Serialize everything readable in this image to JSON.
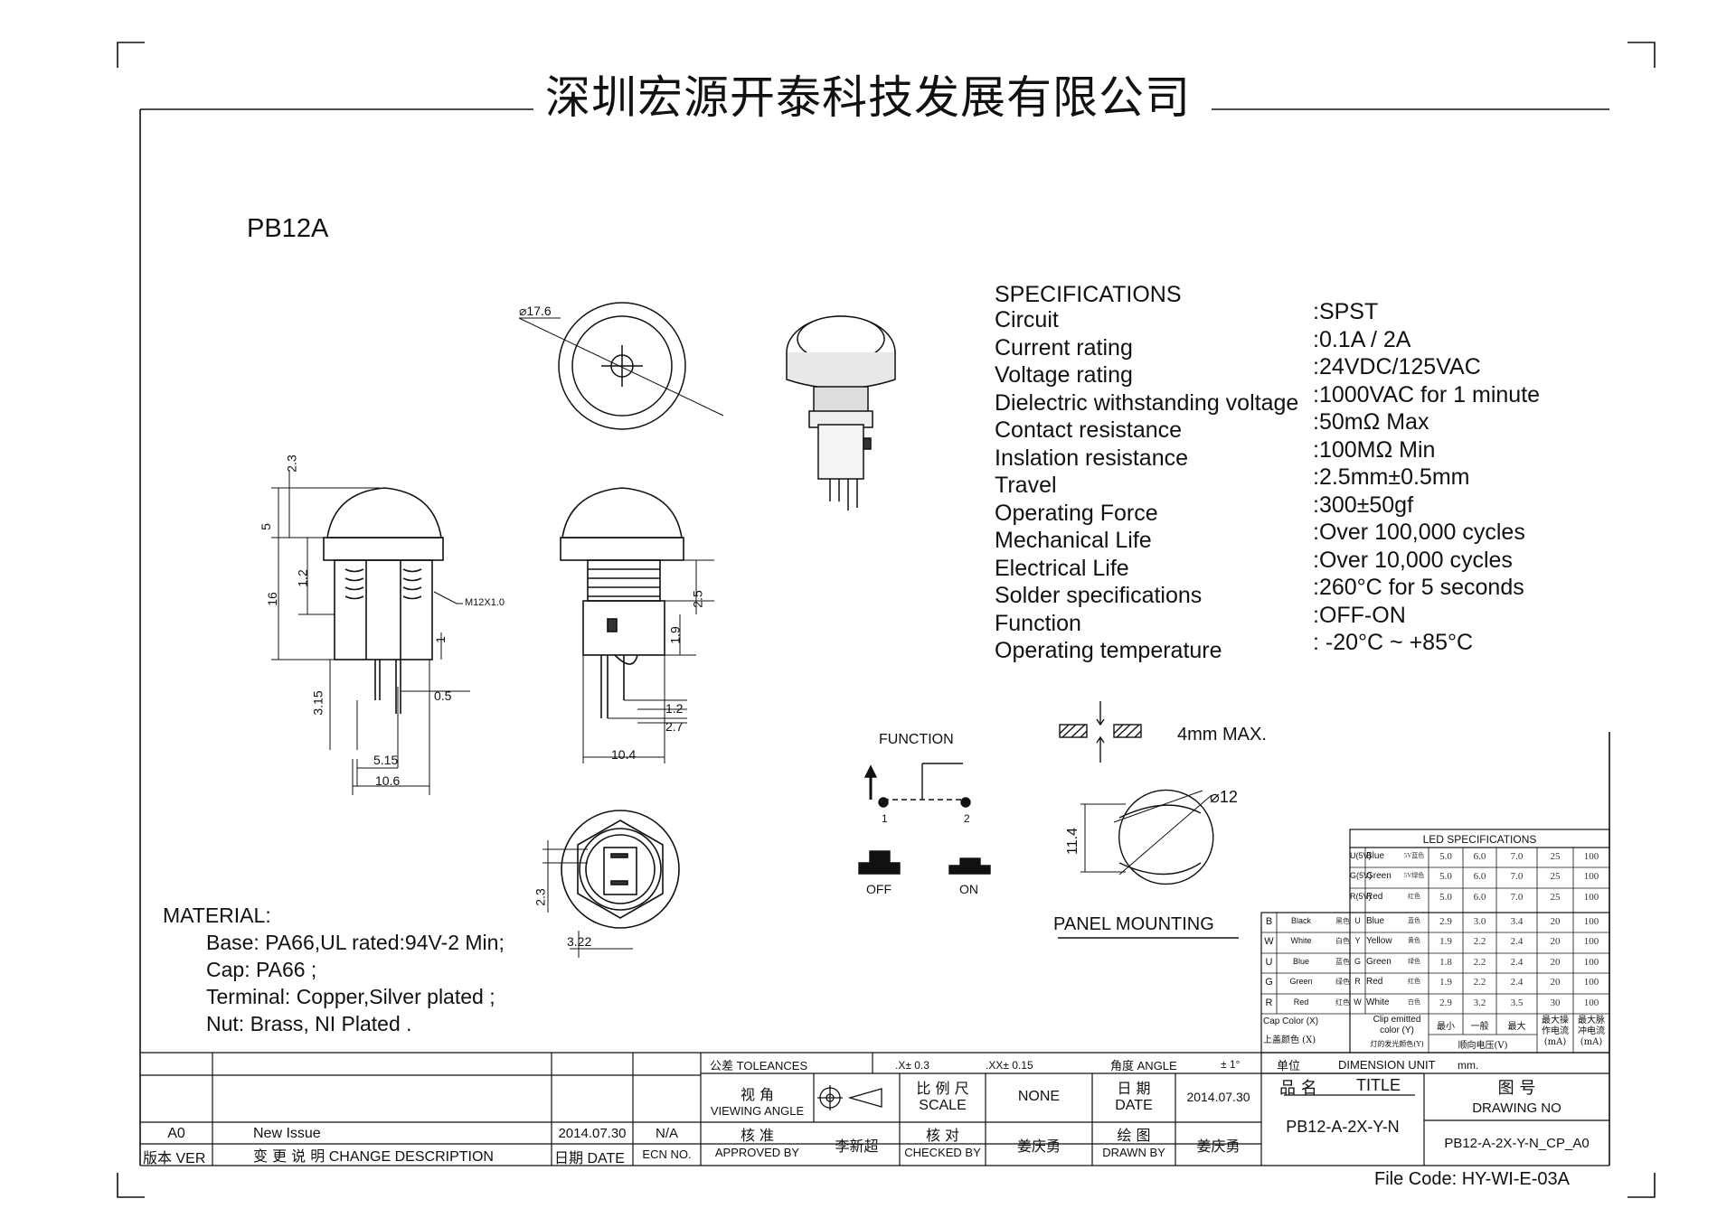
{
  "company": "深圳宏源开泰科技发展有限公司",
  "model": "PB12A",
  "specs": {
    "heading": "SPECIFICATIONS",
    "rows": [
      {
        "label": "Circuit",
        "value": ":SPST"
      },
      {
        "label": "Current rating",
        "value": ":0.1A / 2A"
      },
      {
        "label": "Voltage rating",
        "value": ":24VDC/125VAC"
      },
      {
        "label": "Dielectric withstanding voltage",
        "value": ":1000VAC for 1 minute"
      },
      {
        "label": "Contact resistance",
        "value": ":50mΩ  Max"
      },
      {
        "label": "Inslation resistance",
        "value": ":100MΩ Min"
      },
      {
        "label": "Travel",
        "value": ":2.5mm±0.5mm"
      },
      {
        "label": "Operating Force",
        "value": ":300±50gf"
      },
      {
        "label": "Mechanical Life",
        "value": ":Over 100,000 cycles"
      },
      {
        "label": "Electrical Life",
        "value": ":Over 10,000 cycles"
      },
      {
        "label": "Solder specifications",
        "value": ":260°C for 5 seconds"
      },
      {
        "label": "Function",
        "value": ":OFF-ON"
      },
      {
        "label": "Operating temperature",
        "value": ": -20°C ~ +85°C"
      }
    ]
  },
  "material": {
    "heading": "MATERIAL:",
    "lines": [
      "Base: PA66,UL rated:94V-2 Min;",
      "Cap: PA66 ;",
      "Terminal: Copper,Silver plated ;",
      "Nut: Brass, NI Plated ."
    ]
  },
  "dims": {
    "d176": "⌀17.6",
    "d23a": "2.3",
    "d5": "5",
    "d16": "16",
    "d12": "1.2",
    "thread": "M12X1.0",
    "d1": "1",
    "d315": "3.15",
    "d05": "0.5",
    "d515": "5.15",
    "d106": "10.6",
    "d25": "2.5",
    "d19": "1.9",
    "d12b": "1.2",
    "d27": "2.7",
    "d104": "10.4",
    "d23b": "2.3",
    "d322": "3.22",
    "d114": "11.4",
    "panel_dia": "⌀12"
  },
  "function": {
    "label": "FUNCTION",
    "pin1": "1",
    "pin2": "2",
    "off": "OFF",
    "on": "ON"
  },
  "panel": {
    "thickness": "4mm MAX.",
    "label": "PANEL MOUNTING"
  },
  "led": {
    "title": "LED SPECIFICATIONS",
    "rows": [
      {
        "cap": "",
        "cap_cn": "",
        "clip": "U(5V)",
        "clip_name": "Blue",
        "clip_cn": "5V蓝色",
        "vals": [
          "5.0",
          "6.0",
          "7.0",
          "25",
          "100"
        ]
      },
      {
        "cap": "",
        "cap_cn": "",
        "clip": "G(5V)",
        "clip_name": "Green",
        "clip_cn": "5V绿色",
        "vals": [
          "5.0",
          "6.0",
          "7.0",
          "25",
          "100"
        ]
      },
      {
        "cap": "",
        "cap_cn": "",
        "clip": "R(5V)",
        "clip_name": "Red",
        "clip_cn": "红色",
        "vals": [
          "5.0",
          "6.0",
          "7.0",
          "25",
          "100"
        ]
      },
      {
        "cap": "B",
        "cap_name": "Black",
        "cap_cn": "黑色",
        "clip": "U",
        "clip_name": "Blue",
        "clip_cn": "蓝色",
        "vals": [
          "2.9",
          "3.0",
          "3.4",
          "20",
          "100"
        ]
      },
      {
        "cap": "W",
        "cap_name": "White",
        "cap_cn": "白色",
        "clip": "Y",
        "clip_name": "Yellow",
        "clip_cn": "黄色",
        "vals": [
          "1.9",
          "2.2",
          "2.4",
          "20",
          "100"
        ]
      },
      {
        "cap": "U",
        "cap_name": "Blue",
        "cap_cn": "蓝色",
        "clip": "G",
        "clip_name": "Green",
        "clip_cn": "绿色",
        "vals": [
          "1.8",
          "2.2",
          "2.4",
          "20",
          "100"
        ]
      },
      {
        "cap": "G",
        "cap_name": "Green",
        "cap_cn": "绿色",
        "clip": "R",
        "clip_name": "Red",
        "clip_cn": "红色",
        "vals": [
          "1.9",
          "2.2",
          "2.4",
          "20",
          "100"
        ]
      },
      {
        "cap": "R",
        "cap_name": "Red",
        "cap_cn": "红色",
        "clip": "W",
        "clip_name": "White",
        "clip_cn": "白色",
        "vals": [
          "2.9",
          "3.2",
          "3.5",
          "30",
          "100"
        ]
      }
    ],
    "footer": {
      "cap_color": "Cap Color (X)",
      "cap_color_cn": "上盖颜色  (X)",
      "clip_emitted": "Clip emitted",
      "clip_color": "color (Y)",
      "clip_cn": "灯的发光颜色(Y)",
      "min": "最小",
      "typ": "一般",
      "max": "最大",
      "forward_voltage": "顺向电压(V)",
      "op_current": "最大操作电流(mA)",
      "pulse_current": "最大脉冲电流(mA)"
    }
  },
  "titleblock": {
    "tolerances_cn": "公差",
    "tolerances": "TOLEANCES",
    "x1": ".X± 0.3",
    "x2": ".XX± 0.15",
    "angle_cn": "角度",
    "angle": "ANGLE",
    "angle_val": "± 1°",
    "unit_cn": "单位",
    "unit": "DIMENSION UNIT",
    "unit_val": "mm.",
    "view_cn": "视 角",
    "view": "VIEWING ANGLE",
    "scale_cn": "比 例 尺",
    "scale": "SCALE",
    "scale_val": "NONE",
    "date_cn": "日 期",
    "date": "DATE",
    "date_val": "2014.07.30",
    "title_cn": "品 名",
    "title": "TITLE",
    "drawno_cn": "图 号",
    "drawno": "DRAWING NO",
    "approved_cn": "核 准",
    "approved": "APPROVED BY",
    "approved_name": "李新超",
    "checked_cn": "核 对",
    "checked": "CHECKED BY",
    "checked_name": "姜庆勇",
    "drawn_cn": "绘 图",
    "drawn": "DRAWN BY",
    "drawn_name": "姜庆勇",
    "title_val": "PB12-A-2X-Y-N",
    "drawno_val": "PB12-A-2X-Y-N_CP_A0",
    "rev": "A0",
    "rev_desc": "New Issue",
    "rev_date": "2014.07.30",
    "rev_ecn": "N/A",
    "ver_cn": "版本",
    "ver": "VER",
    "change_cn": "变 更 说 明",
    "change": "CHANGE DESCRIPTION",
    "datecol_cn": "日期",
    "datecol": "DATE",
    "ecn": "ECN NO.",
    "file_code": "File Code: HY-WI-E-03A"
  }
}
